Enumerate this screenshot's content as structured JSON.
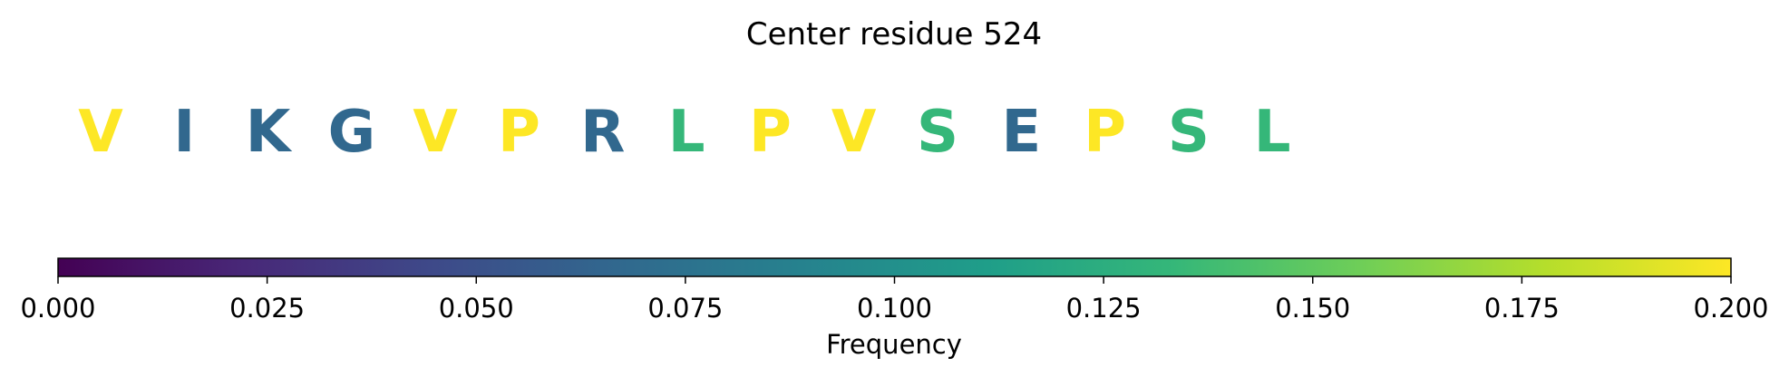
{
  "chart_data": {
    "type": "heatmap",
    "title": "Center residue 524",
    "sequence": [
      {
        "residue": "V",
        "frequency": 0.2
      },
      {
        "residue": "I",
        "frequency": 0.067
      },
      {
        "residue": "K",
        "frequency": 0.067
      },
      {
        "residue": "G",
        "frequency": 0.067
      },
      {
        "residue": "V",
        "frequency": 0.2
      },
      {
        "residue": "P",
        "frequency": 0.2
      },
      {
        "residue": "R",
        "frequency": 0.067
      },
      {
        "residue": "L",
        "frequency": 0.133
      },
      {
        "residue": "P",
        "frequency": 0.2
      },
      {
        "residue": "V",
        "frequency": 0.2
      },
      {
        "residue": "S",
        "frequency": 0.133
      },
      {
        "residue": "E",
        "frequency": 0.067
      },
      {
        "residue": "P",
        "frequency": 0.2
      },
      {
        "residue": "S",
        "frequency": 0.133
      },
      {
        "residue": "L",
        "frequency": 0.133
      }
    ],
    "colorbar": {
      "label": "Frequency",
      "colormap": "viridis",
      "range": [
        0,
        0.2
      ],
      "ticks": [
        "0.000",
        "0.025",
        "0.050",
        "0.075",
        "0.100",
        "0.125",
        "0.150",
        "0.175",
        "0.200"
      ]
    }
  }
}
